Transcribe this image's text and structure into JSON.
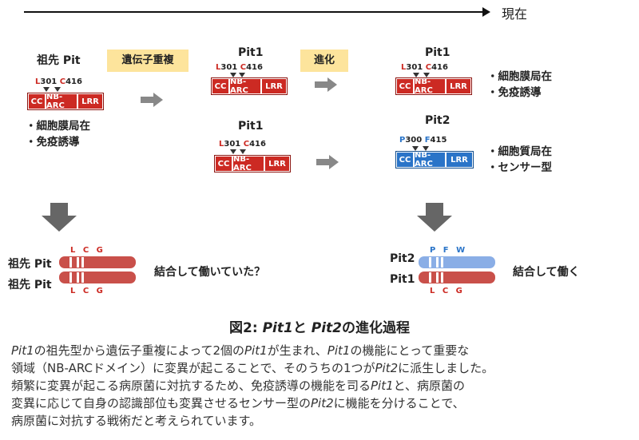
{
  "timeline": {
    "now_label": "現在"
  },
  "events": {
    "duplication": "遺伝子重複",
    "evolution": "進化"
  },
  "ancestor": {
    "title": "祖先 Pit",
    "pos1_letter": "L",
    "pos1_num": "301",
    "pos2_letter": "C",
    "pos2_num": "416",
    "features": [
      "・細胞膜局在",
      "・免疫誘導"
    ]
  },
  "pit1_upper": {
    "title": "Pit1",
    "pos1_letter": "L",
    "pos1_num": "301",
    "pos2_letter": "C",
    "pos2_num": "416"
  },
  "pit1_lower": {
    "title": "Pit1",
    "pos1_letter": "L",
    "pos1_num": "301",
    "pos2_letter": "C",
    "pos2_num": "416"
  },
  "pit1_modern": {
    "title": "Pit1",
    "pos1_letter": "L",
    "pos1_num": "301",
    "pos2_letter": "C",
    "pos2_num": "416",
    "features": [
      "・細胞膜局在",
      "・免疫誘導"
    ]
  },
  "pit2_modern": {
    "title": "Pit2",
    "pos1_letter": "P",
    "pos1_num": "300",
    "pos2_letter": "F",
    "pos2_num": "415",
    "features": [
      "・細胞質局在",
      "・センサー型"
    ]
  },
  "domains": {
    "cc": "CC",
    "nbarc": "NB-ARC",
    "lrr": "LRR"
  },
  "bottom_left": {
    "label_top": "祖先 Pit",
    "label_bottom": "祖先 Pit",
    "letters": "L C G",
    "question": "結合して働いていた？"
  },
  "bottom_right": {
    "label_top": "Pit2",
    "label_bottom": "Pit1",
    "letters_top": "P F W",
    "letters_bottom": "L C G",
    "statement": "結合して働く"
  },
  "caption": {
    "prefix": "図2: ",
    "pit1": "Pit1",
    "and": "と ",
    "pit2": "Pit2",
    "suffix": "の進化過程"
  },
  "paragraph": {
    "line1_a": "Pit1",
    "line1_b": "の祖先型から遺伝子重複によって2個の",
    "line1_c": "Pit1",
    "line1_d": "が生まれ、",
    "line1_e": "Pit1",
    "line1_f": "の機能にとって重要な",
    "line2_a": "領域（NB-ARCドメイン）に変異が起こることで、そのうちの1つが",
    "line2_b": "Pit2",
    "line2_c": "に派生しました。",
    "line3_a": "頻繁に変異が起こる病原菌に対抗するため、免疫誘導の機能を司る",
    "line3_b": "Pit1",
    "line3_c": "と、病原菌の",
    "line4_a": "変異に応じて自身の認識部位も変異させるセンサー型の",
    "line4_b": "Pit2",
    "line4_c": "に機能を分けることで、",
    "line5": "病原菌に対抗する戦術だと考えられています。"
  },
  "colors": {
    "red": "#cc2a23",
    "blue": "#2a74c8",
    "light_blue": "#8aaee6",
    "highlight": "#fde49c",
    "arrow_gray": "#888888"
  }
}
